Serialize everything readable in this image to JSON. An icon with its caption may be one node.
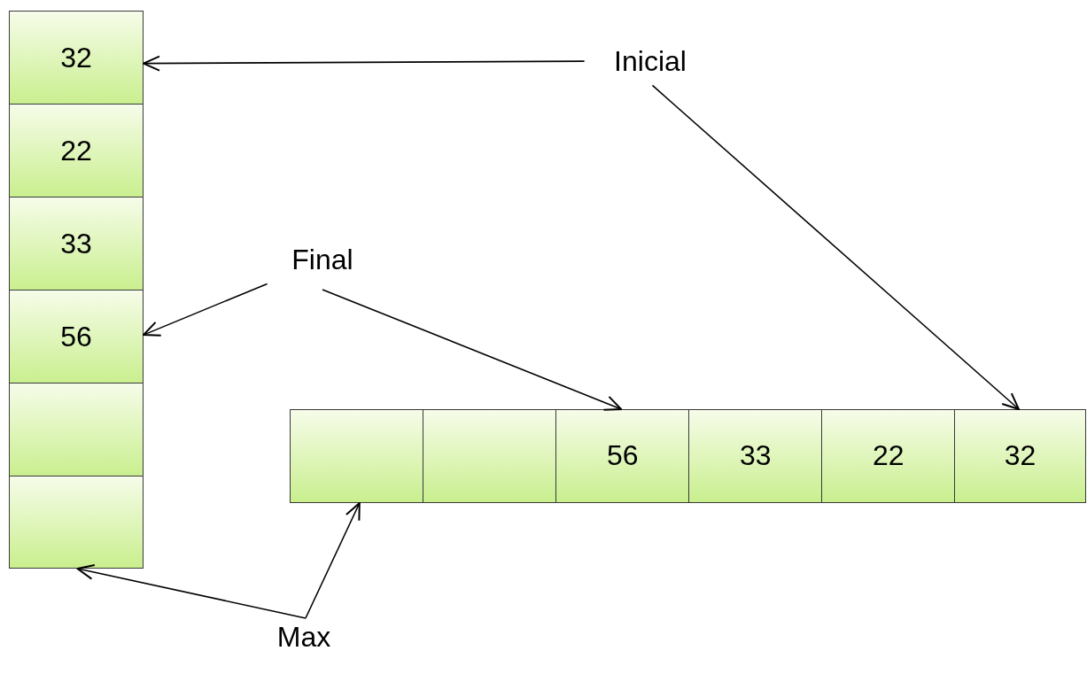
{
  "diagram": {
    "nodes": [
      {
        "text": [
          "32"
        ]
      },
      {
        "text": [
          "22"
        ]
      },
      {
        "text": [
          "33"
        ]
      },
      {
        "text": [
          "56"
        ]
      },
      {
        "text": [],
        "shape": "box"
      },
      {
        "text": [],
        "shape": "box"
      },
      {
        "text": [],
        "shape": "box"
      },
      {
        "text": [],
        "shape": "box"
      },
      {
        "text": [
          "56"
        ]
      },
      {
        "text": [
          "33"
        ]
      },
      {
        "text": [
          "22"
        ]
      },
      {
        "text": [
          "32"
        ]
      },
      {
        "text": [
          "Inicial"
        ]
      },
      {
        "text": [
          "Final"
        ]
      },
      {
        "text": [
          "Max"
        ]
      }
    ],
    "edges": [
      {
        "from": 12,
        "to": 0,
        "arrow": "to"
      },
      {
        "from": 12,
        "to": 11,
        "arrow": "to"
      },
      {
        "from": 13,
        "to": 3,
        "arrow": "to"
      },
      {
        "from": 13,
        "to": 8,
        "arrow": "to"
      },
      {
        "from": 14,
        "to": 5,
        "arrow": "to"
      },
      {
        "from": 14,
        "to": 6,
        "arrow": "to"
      }
    ]
  }
}
